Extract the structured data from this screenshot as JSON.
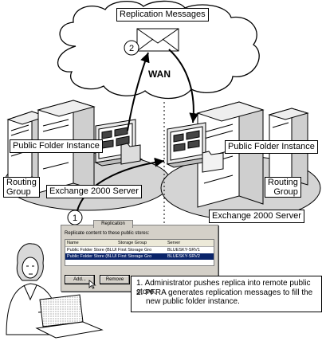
{
  "labels": {
    "replication_messages": "Replication Messages",
    "wan": "WAN",
    "step_1": "1",
    "step_2": "2",
    "public_folder_instance_left": "Public Folder Instance",
    "public_folder_instance_right": "Public Folder Instance",
    "routing_group_left_line1": "Routing",
    "routing_group_left_line2": "Group",
    "routing_group_right_line1": "Routing",
    "routing_group_right_line2": "Group",
    "exchange_server_left": "Exchange 2000 Server",
    "exchange_server_right": "Exchange 2000 Server"
  },
  "dialog": {
    "tab": "Replication",
    "caption": "Replicate content to these public stores:",
    "columns": [
      "Name",
      "Storage Group",
      "Server"
    ],
    "rows": [
      [
        "Public Folder Store (BLUES",
        "First Storage Gro",
        "BLUESKY-SRV1"
      ],
      [
        "Public Folder Store (BLUES",
        "First Storage Gro",
        "BLUESKY-SRV2"
      ]
    ],
    "selected_row": 2,
    "add_button": "Add...",
    "remove_button": "Remove"
  },
  "notes": {
    "line1": "1. Administrator pushes replica into remote public store.",
    "line2": "2. PFRA generates replication messages to fill the",
    "line3": "new public folder instance."
  },
  "colors": {
    "line": "#000000",
    "cloud": "#ffffff",
    "ground": "#d9d9d9",
    "dialog_face": "#d4d0c8",
    "selection": "#0a246a"
  },
  "icons": [
    "cloud",
    "envelope-icon",
    "server-icon",
    "monitor-icon",
    "folder-icon",
    "person-icon",
    "laptop-icon",
    "mouse-pointer-icon"
  ]
}
